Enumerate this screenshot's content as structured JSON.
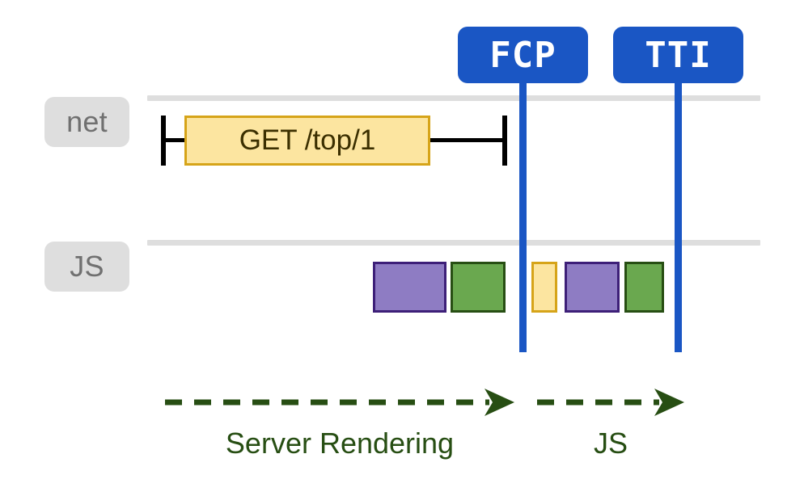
{
  "diagram": {
    "title": "Server Rendering timeline with FCP and TTI markers",
    "background": "#ffffff",
    "colors": {
      "marker_blue": "#1a56c4",
      "lane_gray": "#dedede",
      "lane_label_text": "#707070",
      "request_fill": "#FCE5A0",
      "request_border": "#D6A419",
      "task_purple_fill": "#8E7CC3",
      "task_purple_border": "#3D1F78",
      "task_green_fill": "#6AA84F",
      "task_green_border": "#274E13",
      "task_yellow_fill": "#FCE5A0",
      "task_yellow_border": "#D6A419",
      "phase_green": "#274E13",
      "errorbar_black": "#000000"
    }
  },
  "lanes": [
    {
      "id": "net",
      "label": "net"
    },
    {
      "id": "js",
      "label": "JS"
    }
  ],
  "network": {
    "requests": [
      {
        "label": "GET /top/1"
      }
    ]
  },
  "js_tasks": [
    {
      "id": "task-1",
      "kind": "purple"
    },
    {
      "id": "task-2",
      "kind": "green"
    },
    {
      "id": "task-3",
      "kind": "yellow"
    },
    {
      "id": "task-4",
      "kind": "purple"
    },
    {
      "id": "task-5",
      "kind": "green"
    }
  ],
  "markers": [
    {
      "id": "fcp",
      "label": "FCP"
    },
    {
      "id": "tti",
      "label": "TTI"
    }
  ],
  "phases": [
    {
      "id": "server-rendering",
      "label": "Server Rendering",
      "arrow_icon": "dashed-arrow-right-icon"
    },
    {
      "id": "js",
      "label": "JS",
      "arrow_icon": "dashed-arrow-right-icon"
    }
  ]
}
